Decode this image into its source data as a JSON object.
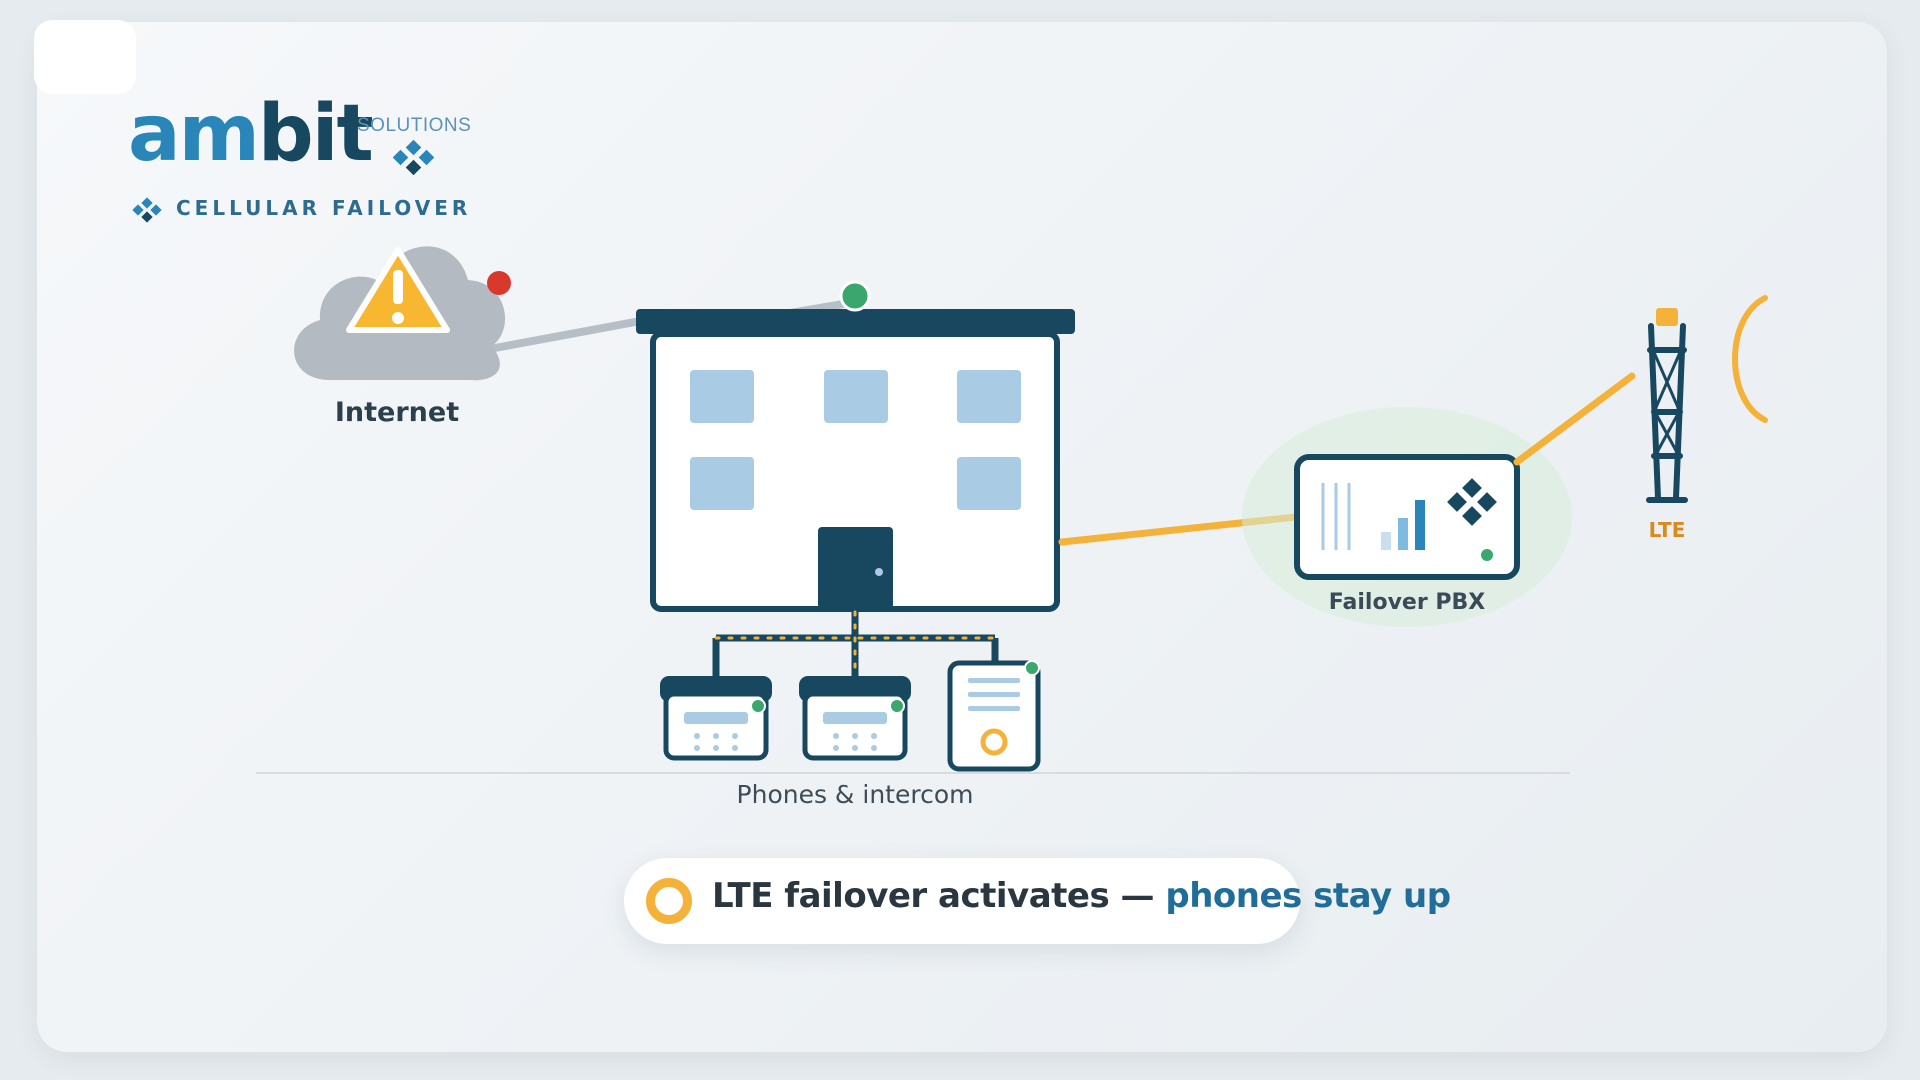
{
  "brand": {
    "name_part1": "am",
    "name_part2": "bit",
    "superscript": "SOLUTIONS",
    "tagline": "CELLULAR FAILOVER"
  },
  "nodes": {
    "internet": {
      "label": "Internet",
      "status_color": "#d9382c"
    },
    "pbx": {
      "label": "Failover PBX"
    },
    "tower": {
      "label": "LTE"
    },
    "endpoints": {
      "label": "Phones & intercom"
    }
  },
  "status": {
    "text_main": "LTE failover activates — ",
    "text_highlight": "phones stay up"
  },
  "colors": {
    "brand_dark": "#18485f",
    "brand_accent": "#2a86b8",
    "lte_orange": "#f4b23a",
    "offline_gray": "#b7bfc6",
    "online_green": "#3aa76d",
    "warning_yellow": "#f7b731"
  },
  "icons": {
    "internet": "cloud-warning-icon",
    "building": "building-icon",
    "pbx": "pbx-device-icon",
    "tower": "cell-tower-icon",
    "desk_phone": "desk-phone-icon",
    "intercom": "intercom-icon",
    "brand_mark": "diamond-cluster-icon"
  }
}
